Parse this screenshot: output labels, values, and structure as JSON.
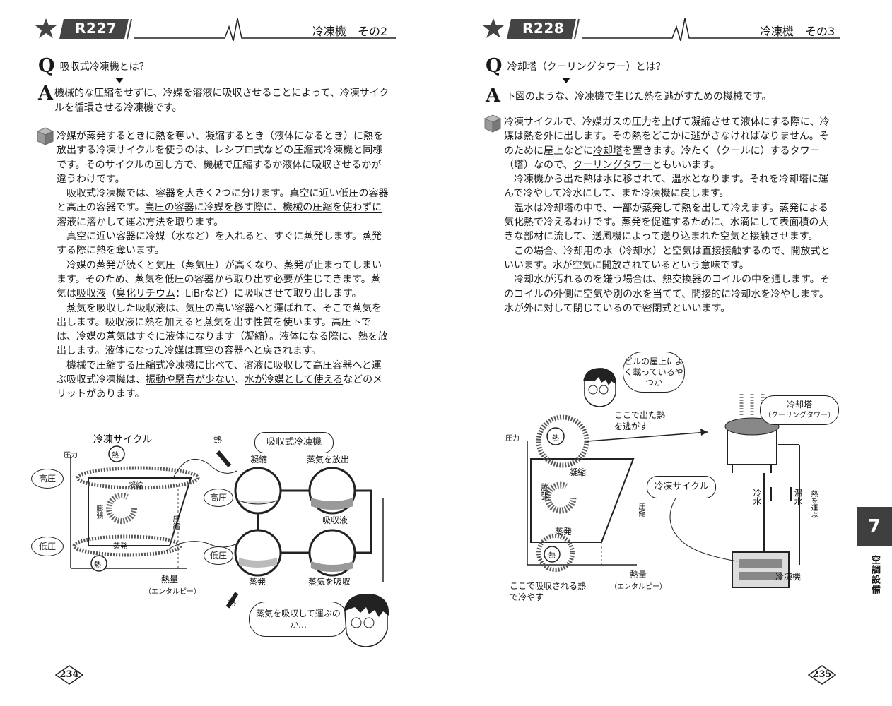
{
  "left": {
    "code": "R227",
    "title": "冷凍機　その2",
    "question": "吸収式冷凍機とは？",
    "answer": "機械的な圧縮をせずに、冷媒を溶液に吸収させることによって、冷凍サイクルを循環させる冷凍機です。",
    "paragraphs": [
      "冷媒が蒸発するときに熱を奪い、凝縮するとき（液体になるとき）に熱を放出する冷凍サイクルを使うのは、レシプロ式などの圧縮式冷凍機と同様です。そのサイクルの回し方で、機械で圧縮するか液体に吸収させるかが違うわけです。",
      "吸収式冷凍機では、容器を大きく2つに分けます。真空に近い低圧の容器と高圧の容器です。",
      "高圧の容器に冷媒を移す際に、機械の圧縮を使わずに溶液に溶かして運ぶ方法を取ります。",
      "真空に近い容器に冷媒（水など）を入れると、すぐに蒸発します。蒸発する際に熱を奪います。",
      "冷媒の蒸発が続くと気圧（蒸気圧）が高くなり、蒸発が止まってしまいます。そのため、蒸気を低圧の容器から取り出す必要が生じてきます。蒸気は",
      "吸収液",
      "（",
      "臭化リチウム",
      "：LiBrなど）に吸収させて取り出します。",
      "蒸気を吸収した吸収液は、気圧の高い容器へと運ばれて、そこで蒸気を出します。吸収液に熱を加えると蒸気を出す性質を使います。高圧下では、冷媒の蒸気はすぐに液体になります（凝縮）。液体になる際に、熱を放出します。液体になった冷媒は真空の容器へと戻されます。",
      "機械で圧縮する圧縮式冷凍機に比べて、溶液に吸収して高圧容器へと運ぶ吸収式冷凍機は、",
      "振動や騒音が少ない",
      "、",
      "水が冷媒として使える",
      "などのメリットがあります。"
    ],
    "diagram": {
      "cycle_title": "冷凍サイクル",
      "pressure_axis": "圧力",
      "enthalpy_axis": "熱量",
      "enthalpy_sub": "（エンタルピー）",
      "high_pressure": "高圧",
      "low_pressure": "低圧",
      "condense": "凝縮",
      "evaporate": "蒸発",
      "expand": "膨張",
      "compress": "圧縮",
      "heat": "熱",
      "absorption_title": "吸収式冷凍機",
      "release_steam": "蒸気を放出",
      "absorb_steam": "蒸気を吸収",
      "absorbent": "吸収液",
      "speech": "蒸気を吸収して運ぶのか…"
    },
    "page_number": "234"
  },
  "right": {
    "code": "R228",
    "title": "冷凍機　その3",
    "question": "冷却塔（クーリングタワー）とは？",
    "answer": "下図のような、冷凍機で生じた熱を逃がすための機械です。",
    "p1a": "冷凍サイクルで、冷媒ガスの圧力を上げて凝縮させて液体にする際に、冷媒は熱を外に出します。その熱をどこかに逃がさなければなりません。そのために屋上などに",
    "p1b": "冷却塔",
    "p1c": "を置きます。冷たく（クールに）するタワー（塔）なので、",
    "p1d": "クーリングタワー",
    "p1e": "ともいいます。",
    "p2": "冷凍機から出た熱は水に移されて、温水となります。それを冷却塔に運んで冷やして冷水にして、また冷凍機に戻します。",
    "p3a": "温水は冷却塔の中で、一部が蒸発して熱を出して冷えます。",
    "p3b": "蒸発による気化熱で冷える",
    "p3c": "わけです。蒸発を促進するために、水滴にして表面積の大きな部材に流して、送風機によって送り込まれた空気と接触させます。",
    "p4a": "この場合、冷却用の水（冷却水）と空気は直接接触するので、",
    "p4b": "開放式",
    "p4c": "といいます。水が空気に開放されているという意味です。",
    "p5a": "冷却水が汚れるのを嫌う場合は、熱交換器のコイルの中を通します。そのコイルの外側に空気や別の水を当てて、間接的に冷却水を冷やします。水が外に対して閉じているので",
    "p5b": "密閉式",
    "p5c": "といいます。",
    "diagram": {
      "speech": "ビルの屋上によく載っているやつか",
      "tower_label": "冷却塔",
      "tower_sub": "（クーリングタワー）",
      "heat_escape": "ここで出た熱を逃がす",
      "pressure_axis": "圧力",
      "enthalpy_axis": "熱量",
      "enthalpy_sub": "（エンタルピー）",
      "condense": "凝縮",
      "evaporate": "蒸発",
      "expand": "膨張",
      "compress": "圧縮",
      "heat": "熱",
      "cycle_bubble": "冷凍サイクル",
      "cold_water": "冷水",
      "hot_water": "温水",
      "carry_heat": "熱を運ぶ",
      "chiller": "冷凍機",
      "absorbed_heat": "ここで吸収される熱で冷やす"
    },
    "page_number": "235"
  },
  "thumb": {
    "number": "7",
    "label": "空調設備"
  }
}
